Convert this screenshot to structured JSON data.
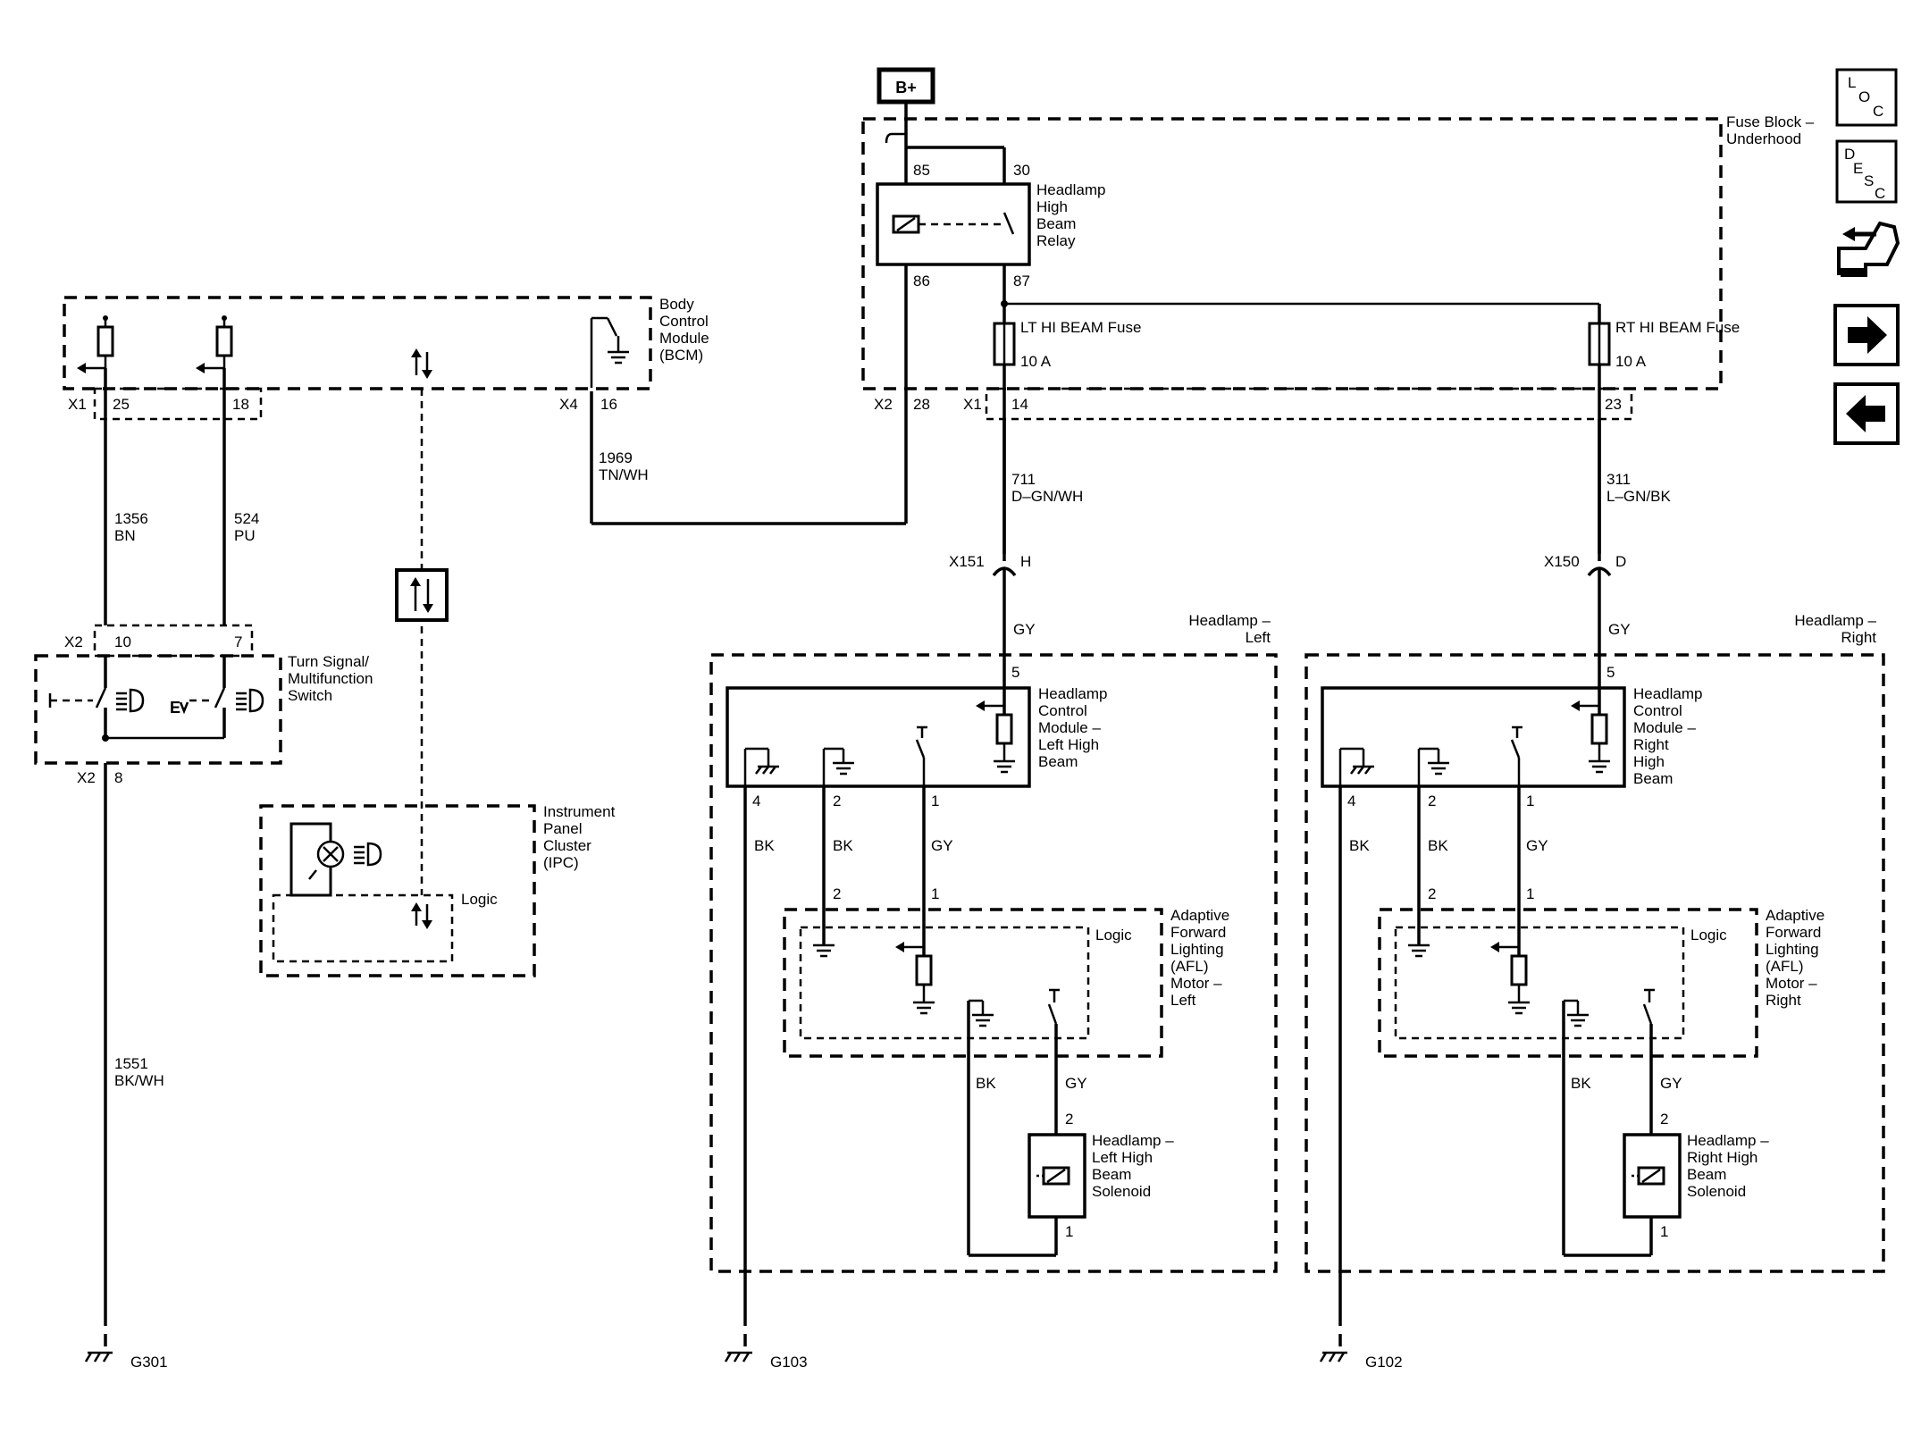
{
  "power": {
    "source": "B+"
  },
  "fuse_block": {
    "name": "Fuse Block – Underhood",
    "relay": {
      "name": "Headlamp High Beam Relay",
      "pins": {
        "coil_in": "85",
        "switch_in": "30",
        "coil_out": "86",
        "switch_out": "87"
      }
    },
    "fuse_left": {
      "name": "LT HI BEAM Fuse",
      "rating": "10 A"
    },
    "fuse_right": {
      "name": "RT HI BEAM Fuse",
      "rating": "10 A"
    },
    "connectors": {
      "x2": "X2",
      "x2_pin": "28",
      "x1": "X1",
      "x1_left_pin": "14",
      "x1_right_pin": "23"
    }
  },
  "bcm": {
    "name": "Body Control Module (BCM)",
    "connectors": {
      "x1": "X1",
      "x1_pin_a": "25",
      "x1_pin_b": "18",
      "x4": "X4",
      "x4_pin": "16"
    }
  },
  "wires": {
    "w1969": {
      "circuit": "1969",
      "color": "TN/WH"
    },
    "w1356": {
      "circuit": "1356",
      "color": "BN"
    },
    "w524": {
      "circuit": "524",
      "color": "PU"
    },
    "w1551": {
      "circuit": "1551",
      "color": "BK/WH"
    },
    "w711": {
      "circuit": "711",
      "color": "D–GN/WH"
    },
    "w311": {
      "circuit": "311",
      "color": "L–GN/BK"
    }
  },
  "switch": {
    "name": "Turn Signal/ Multifunction Switch",
    "x2_top": "X2",
    "pin_10": "10",
    "pin_7": "7",
    "x2_bottom": "X2",
    "pin_8": "8"
  },
  "ipc": {
    "name": "Instrument Panel Cluster (IPC)",
    "logic": "Logic"
  },
  "inline_connectors": {
    "left": {
      "id": "X151",
      "pin": "H"
    },
    "right": {
      "id": "X150",
      "pin": "D"
    }
  },
  "headlamp_left": {
    "title": "Headlamp – Left",
    "module": "Headlamp Control Module – Left High Beam",
    "pin_top": "5",
    "wire_top": "GY",
    "pins": [
      "4",
      "2",
      "1"
    ],
    "colors": [
      "BK",
      "BK",
      "GY"
    ],
    "afl_pins": [
      "2",
      "1"
    ],
    "afl_motor": "Adaptive Forward Lighting (AFL) Motor – Left",
    "logic": "Logic",
    "lower_colors": [
      "BK",
      "GY"
    ],
    "solenoid": "Headlamp – Left High Beam Solenoid",
    "sol_pins": [
      "2",
      "1"
    ]
  },
  "headlamp_right": {
    "title": "Headlamp – Right",
    "module": "Headlamp Control Module – Right High Beam",
    "pin_top": "5",
    "wire_top": "GY",
    "pins": [
      "4",
      "2",
      "1"
    ],
    "colors": [
      "BK",
      "BK",
      "GY"
    ],
    "afl_pins": [
      "2",
      "1"
    ],
    "afl_motor": "Adaptive Forward Lighting (AFL) Motor – Right",
    "logic": "Logic",
    "lower_colors": [
      "BK",
      "GY"
    ],
    "solenoid": "Headlamp – Right High Beam Solenoid",
    "sol_pins": [
      "2",
      "1"
    ]
  },
  "grounds": {
    "g301": "G301",
    "g103": "G103",
    "g102": "G102"
  },
  "nav": {
    "loc": "LOC",
    "desc": "DESC",
    "conn_icon": "connector-end-view-icon",
    "next_icon": "arrow-right-icon",
    "prev_icon": "arrow-left-icon"
  }
}
